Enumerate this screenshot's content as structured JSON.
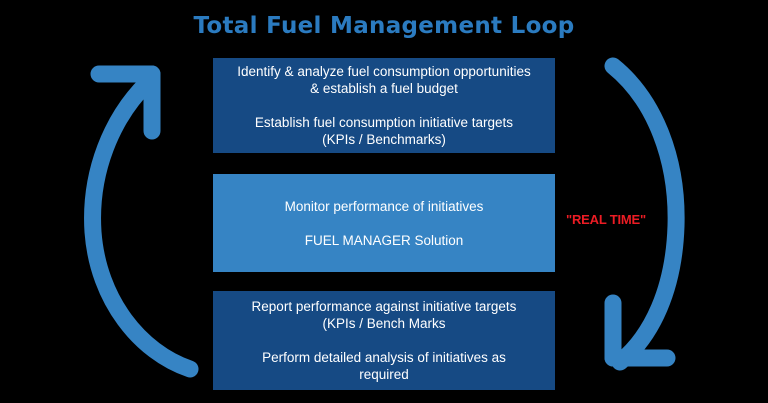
{
  "diagram": {
    "title": "Total Fuel Management Loop",
    "title_color": "#2b7bc0",
    "background_color": "#000000",
    "arrow_color": "#3684c4",
    "boxes": [
      {
        "id": "plan",
        "fill": "#164a84",
        "text_color": "#ffffff",
        "paragraphs": [
          "Identify & analyze fuel consumption opportunities\n& establish a fuel budget",
          "Establish fuel consumption initiative targets\n(KPIs / Benchmarks)"
        ]
      },
      {
        "id": "monitor",
        "fill": "#3684c4",
        "text_color": "#ffffff",
        "paragraphs": [
          "Monitor performance of initiatives",
          "FUEL MANAGER Solution"
        ]
      },
      {
        "id": "report",
        "fill": "#164a84",
        "text_color": "#ffffff",
        "paragraphs": [
          "Report performance against initiative targets\n(KPIs / Bench Marks",
          "Perform detailed analysis of initiatives as\nrequired"
        ]
      }
    ],
    "captions": {
      "left": {
        "lines": "",
        "color": "#050a14"
      },
      "right": {
        "lines": "",
        "highlight": "\"REAL TIME\"",
        "highlight_color": "#ec1c24",
        "color": "#050a14"
      }
    },
    "arrows": [
      {
        "id": "left-arc-up",
        "direction": "counter-clockwise-up",
        "color": "#3684c4"
      },
      {
        "id": "right-arc-down",
        "direction": "clockwise-down",
        "color": "#3684c4"
      }
    ]
  }
}
